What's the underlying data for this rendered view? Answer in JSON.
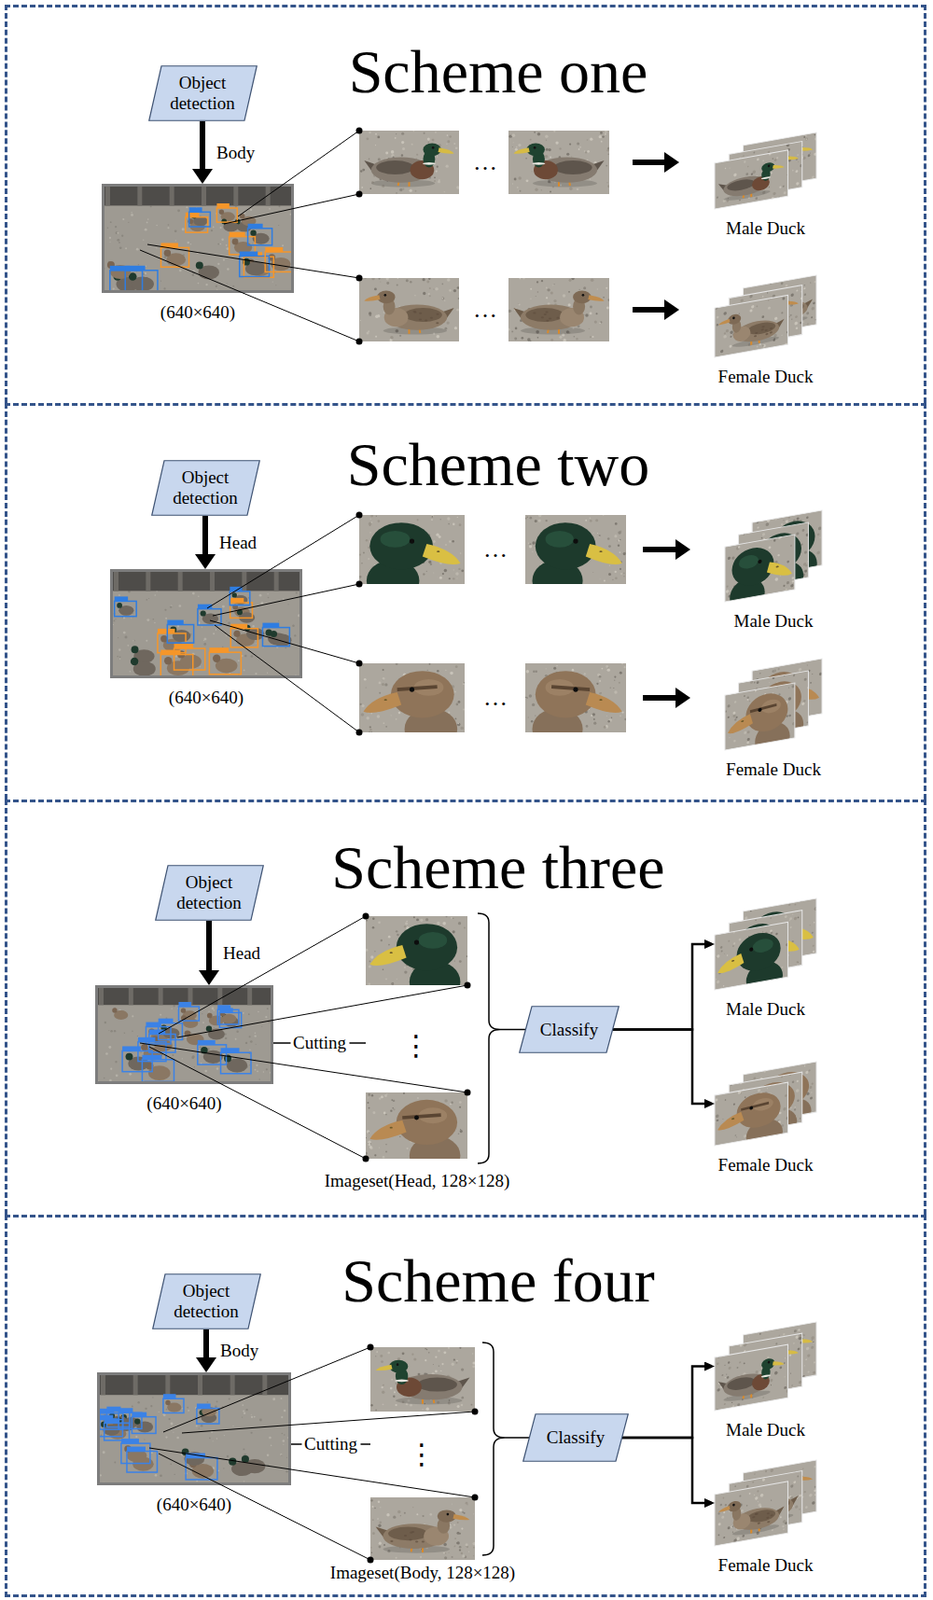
{
  "diagram": {
    "nodes": [
      {
        "text": [
          "Scheme one"
        ]
      },
      {
        "text": [
          "Object detection"
        ],
        "in": 0
      },
      {
        "text": [
          "(640×640)"
        ],
        "in": 0
      },
      {
        "text": [
          "Male Duck"
        ],
        "in": 0
      },
      {
        "text": [
          "Female Duck"
        ],
        "in": 0
      },
      {
        "text": [
          "Scheme two"
        ]
      },
      {
        "text": [
          "Object detection"
        ],
        "in": 5
      },
      {
        "text": [
          "(640×640)"
        ],
        "in": 5
      },
      {
        "text": [
          "Male Duck"
        ],
        "in": 5
      },
      {
        "text": [
          "Female Duck"
        ],
        "in": 5
      },
      {
        "text": [
          "Scheme three"
        ]
      },
      {
        "text": [
          "Object detection"
        ],
        "in": 10
      },
      {
        "text": [
          "(640×640)"
        ],
        "in": 10
      },
      {
        "text": [
          "Imageset(Head, 128×128)"
        ],
        "in": 10
      },
      {
        "text": [
          "Classify"
        ],
        "in": 10
      },
      {
        "text": [
          "Male Duck"
        ],
        "in": 10
      },
      {
        "text": [
          "Female Duck"
        ],
        "in": 10
      },
      {
        "text": [
          "Scheme four"
        ]
      },
      {
        "text": [
          "Object detection"
        ],
        "in": 17
      },
      {
        "text": [
          "(640×640)"
        ],
        "in": 17
      },
      {
        "text": [
          "Imageset(Body, 128×128)"
        ],
        "in": 17
      },
      {
        "text": [
          "Classify"
        ],
        "in": 17
      },
      {
        "text": [
          "Male Duck"
        ],
        "in": 17
      },
      {
        "text": [
          "Female Duck"
        ],
        "in": 17
      }
    ],
    "edges": [
      {
        "from": 1,
        "to": 2,
        "label": "Body",
        "arrow": "to"
      },
      {
        "from": 6,
        "to": 7,
        "label": "Head",
        "arrow": "to"
      },
      {
        "from": 11,
        "to": 12,
        "label": "Head",
        "arrow": "to"
      },
      {
        "from": 12,
        "to": 13,
        "label": "Cutting",
        "arrow": "none"
      },
      {
        "from": 13,
        "to": 14,
        "arrow": "none"
      },
      {
        "from": 14,
        "to": 15,
        "arrow": "to"
      },
      {
        "from": 14,
        "to": 16,
        "arrow": "to"
      },
      {
        "from": 18,
        "to": 19,
        "label": "Body",
        "arrow": "to"
      },
      {
        "from": 19,
        "to": 20,
        "label": "Cutting",
        "arrow": "none"
      },
      {
        "from": 20,
        "to": 21,
        "arrow": "none"
      },
      {
        "from": 21,
        "to": 22,
        "arrow": "to"
      },
      {
        "from": 21,
        "to": 23,
        "arrow": "to"
      }
    ],
    "labels": [
      "…",
      "…",
      "…",
      "…",
      "⋮",
      "⋮"
    ]
  }
}
